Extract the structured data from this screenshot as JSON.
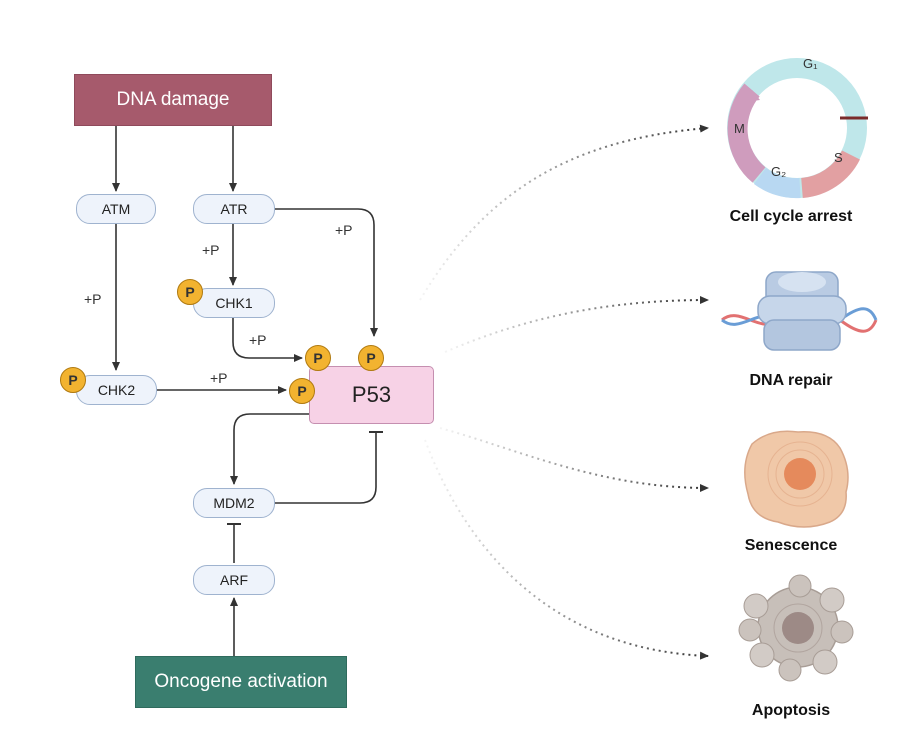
{
  "nodes": {
    "dna_damage": "DNA damage",
    "oncogene": "Oncogene activation",
    "atm": "ATM",
    "atr": "ATR",
    "chk1": "CHK1",
    "chk2": "CHK2",
    "p53": "P53",
    "mdm2": "MDM2",
    "arf": "ARF"
  },
  "phospho": {
    "label": "P",
    "plus": "+P"
  },
  "cell_cycle": {
    "g1": "G₁",
    "s": "S",
    "g2": "G₂",
    "m": "M"
  },
  "outcomes": {
    "arrest": "Cell cycle arrest",
    "repair": "DNA repair",
    "senescence": "Senescence",
    "apoptosis": "Apoptosis"
  },
  "colors": {
    "dna_damage": "#a65a6c",
    "oncogene": "#3a7e6f",
    "p53": "#f7d2e6",
    "phosphate": "#f2b330",
    "node_fill": "#eef3fb"
  }
}
